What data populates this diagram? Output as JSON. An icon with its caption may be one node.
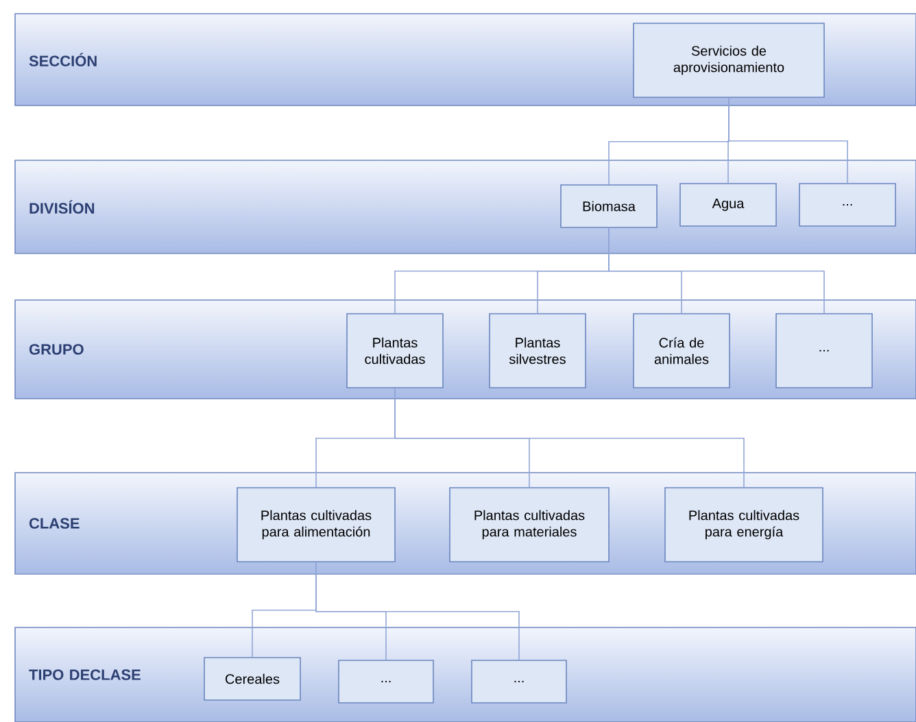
{
  "diagram": {
    "nodes": [
      {
        "text": [
          "SECCIÓN"
        ]
      },
      {
        "text": [
          "Servicios de aprovisionamiento"
        ],
        "in": 0
      },
      {
        "text": [
          "DIVISÍON"
        ]
      },
      {
        "text": [
          "Biomasa"
        ],
        "in": 2
      },
      {
        "text": [
          "Agua"
        ],
        "in": 2
      },
      {
        "text": [
          "..."
        ],
        "in": 2
      },
      {
        "text": [
          "GRUPO"
        ]
      },
      {
        "text": [
          "Plantas cultivadas"
        ],
        "in": 6
      },
      {
        "text": [
          "Plantas silvestres"
        ],
        "in": 6
      },
      {
        "text": [
          "Cría de animales"
        ],
        "in": 6
      },
      {
        "text": [
          "..."
        ],
        "in": 6
      },
      {
        "text": [
          "CLASE"
        ]
      },
      {
        "text": [
          "Plantas cultivadas para alimentación"
        ],
        "in": 11
      },
      {
        "text": [
          "Plantas cultivadas para materiales"
        ],
        "in": 11
      },
      {
        "text": [
          "Plantas cultivadas para energía"
        ],
        "in": 11
      },
      {
        "text": [
          "TIPO DECLASE"
        ]
      },
      {
        "text": [
          "Cereales"
        ],
        "in": 15
      },
      {
        "text": [
          "..."
        ],
        "in": 15
      },
      {
        "text": [
          "..."
        ],
        "in": 15
      }
    ],
    "edges": [
      {
        "from": 1,
        "to": 3,
        "arrow": "none"
      },
      {
        "from": 1,
        "to": 4,
        "arrow": "none"
      },
      {
        "from": 1,
        "to": 5,
        "arrow": "none"
      },
      {
        "from": 3,
        "to": 7,
        "arrow": "none"
      },
      {
        "from": 3,
        "to": 8,
        "arrow": "none"
      },
      {
        "from": 3,
        "to": 9,
        "arrow": "none"
      },
      {
        "from": 3,
        "to": 10,
        "arrow": "none"
      },
      {
        "from": 7,
        "to": 12,
        "arrow": "none"
      },
      {
        "from": 7,
        "to": 13,
        "arrow": "none"
      },
      {
        "from": 7,
        "to": 14,
        "arrow": "none"
      },
      {
        "from": 12,
        "to": 16,
        "arrow": "none"
      },
      {
        "from": 12,
        "to": 17,
        "arrow": "none"
      },
      {
        "from": 12,
        "to": 18,
        "arrow": "none"
      }
    ]
  }
}
